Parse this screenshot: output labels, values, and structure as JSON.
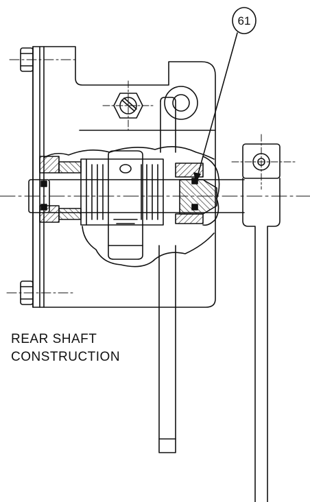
{
  "callout": {
    "number": "61"
  },
  "caption": {
    "line1": "REAR SHAFT",
    "line2": "CONSTRUCTION"
  },
  "colors": {
    "ink": "#111111",
    "paper": "#ffffff"
  }
}
